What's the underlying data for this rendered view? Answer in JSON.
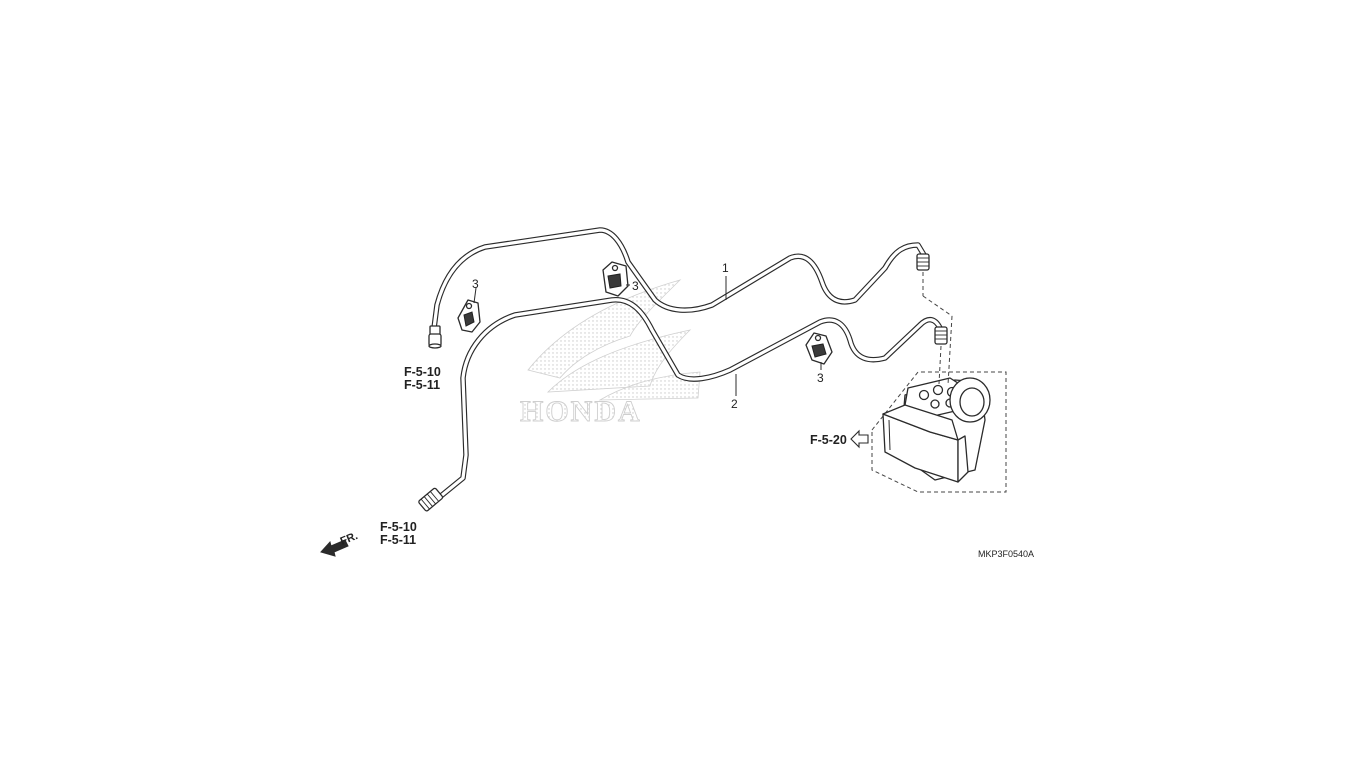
{
  "watermark": {
    "text": "HONDA"
  },
  "callouts": {
    "pipe_1": "1",
    "pipe_2": "2",
    "clamp_a": "3",
    "clamp_b": "3",
    "clamp_c": "3"
  },
  "refs": {
    "upper_left_a": "F-5-10",
    "upper_left_b": "F-5-11",
    "lower_left_a": "F-5-10",
    "lower_left_b": "F-5-11",
    "abs_unit": "F-5-20"
  },
  "front_marker": "FR.",
  "diagram_code": "MKP3F0540A"
}
